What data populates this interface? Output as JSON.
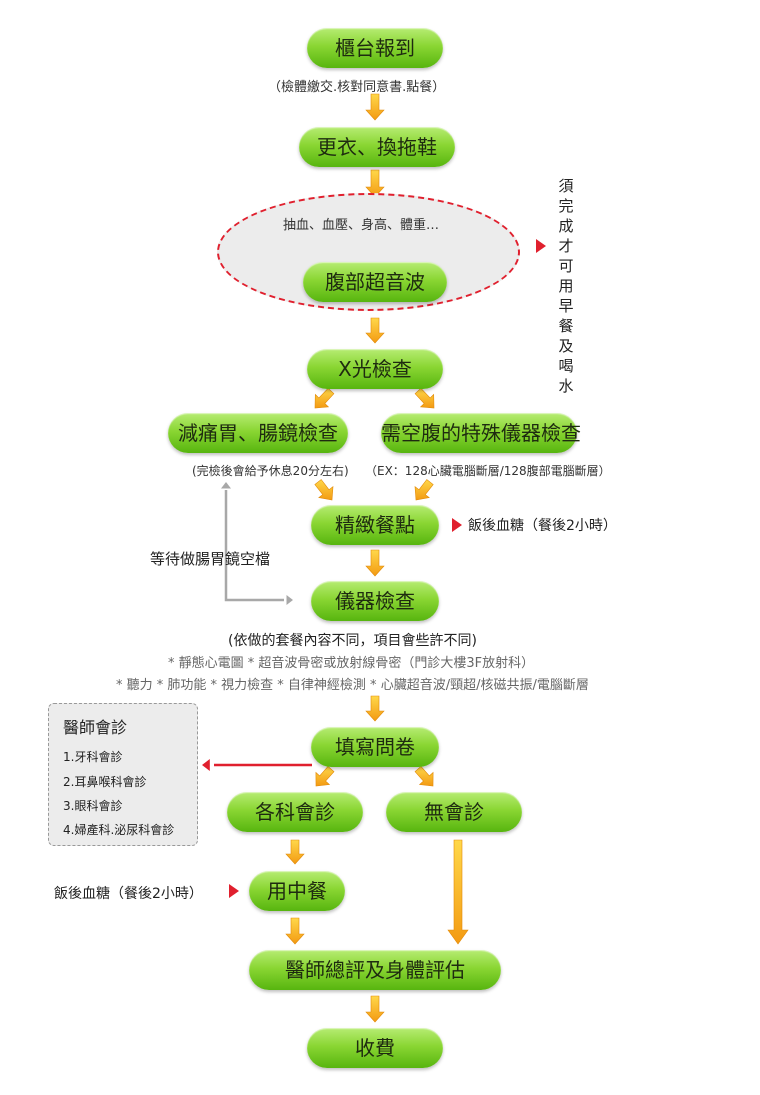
{
  "steps": {
    "checkin": "櫃台報到",
    "checkin_note": "（檢體繳交.核對同意書.點餐）",
    "change": "更衣、換拖鞋",
    "vitals": "抽血、血壓、身高、體重…",
    "ultrasound": "腹部超音波",
    "fasting_note": "須完成才可用早餐及喝水",
    "xray": "X光檢查",
    "endoscopy": "減痛胃、腸鏡檢查",
    "endoscopy_note": "(完檢後會給予休息20分左右)",
    "fasting_instruments": "需空腹的特殊儀器檢查",
    "fasting_instruments_note": "（EX：128心臟電腦斷層/128腹部電腦斷層）",
    "meal": "精緻餐點",
    "meal_note": "飯後血糖（餐後2小時）",
    "wait_note": "等待做腸胃鏡空檔",
    "instruments": "儀器檢查",
    "instruments_note": "(依做的套餐內容不同，項目會些許不同)",
    "instruments_list1": "* 靜態心電圖 * 超音波骨密或放射線骨密（門診大樓3F放射科）",
    "instruments_list2": "* 聽力 * 肺功能 * 視力檢查 * 自律神經檢測 * 心臟超音波/頸超/核磁共振/電腦斷層",
    "questionnaire": "填寫問卷",
    "consult": "各科會診",
    "no_consult": "無會診",
    "lunch": "用中餐",
    "lunch_note": "飯後血糖（餐後2小時）",
    "review": "醫師總評及身體評估",
    "payment": "收費"
  },
  "doctor_box": {
    "title": "醫師會診",
    "items": [
      "1.牙科會診",
      "2.耳鼻喉科會診",
      "3.眼科會診",
      "4.婦產科.泌尿科會診"
    ]
  },
  "colors": {
    "pill_green": "#8ad633",
    "flow_arrow": "#f5a623",
    "alert_red": "#e0202e",
    "connector_gray": "#a8a8a8"
  }
}
